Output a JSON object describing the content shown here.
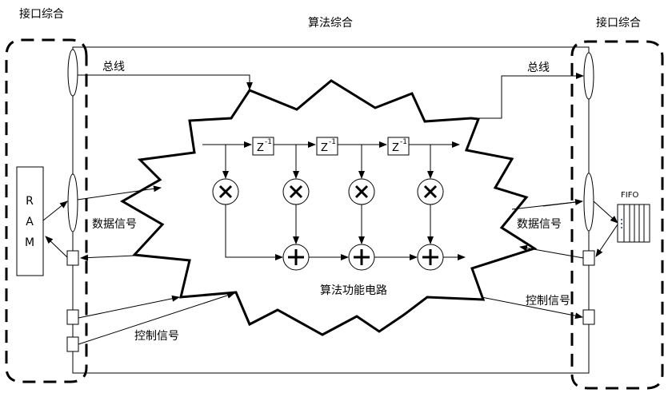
{
  "titles": {
    "left_interface": "接口综合",
    "center_algorithm": "算法综合",
    "right_interface": "接口综合"
  },
  "left_side": {
    "ram_letters": [
      "R",
      "A",
      "M"
    ],
    "bus_label": "总线",
    "data_label": "数据信号",
    "control_label": "控制信号"
  },
  "right_side": {
    "bus_label": "总线",
    "data_label": "数据信号",
    "control_label": "控制信号",
    "fifo_label": "FIFO"
  },
  "core": {
    "label": "算法功能电路",
    "delay_symbol": "Z",
    "delay_exponent": "-1",
    "delay_count": 3,
    "multiplier_count": 4,
    "adder_count": 3
  }
}
